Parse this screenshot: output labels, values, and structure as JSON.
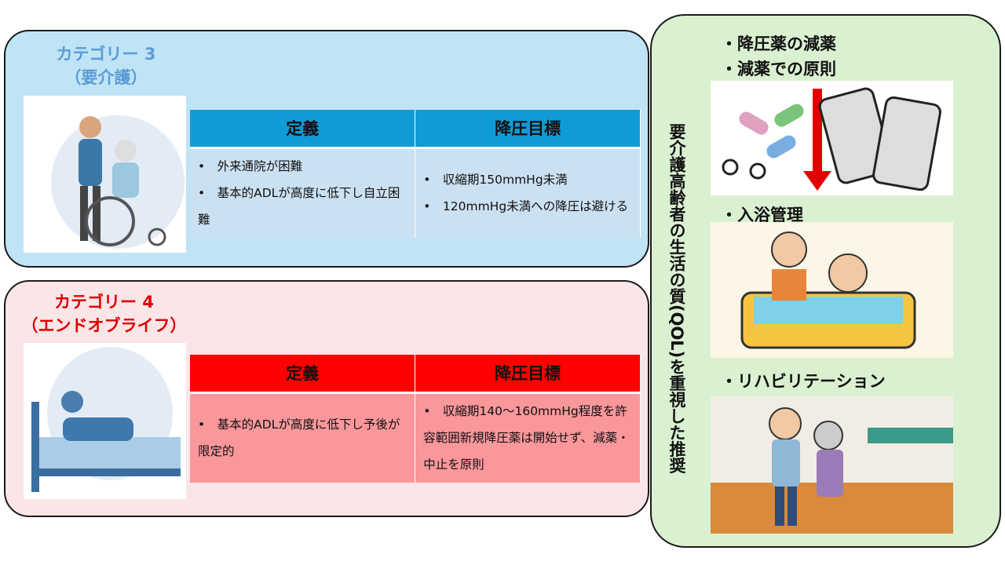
{
  "cat3": {
    "title1": "カテゴリー 3",
    "title2": "（要介護）",
    "color": "#5b9bd5",
    "table": {
      "headers": [
        "定義",
        "降圧目標"
      ],
      "def": [
        "•　外来通院が困難",
        "•　基本的ADLが高度に低下し自立困難"
      ],
      "goal": [
        "•　収縮期150mmHg未満",
        "•　120mmHg未満への降圧は避ける"
      ]
    }
  },
  "cat4": {
    "title1": "カテゴリー 4",
    "title2": "（エンドオブライフ）",
    "color": "#e00000",
    "table": {
      "headers": [
        "定義",
        "降圧目標"
      ],
      "def": [
        "•　基本的ADLが高度に低下し予後が限定的"
      ],
      "goal": [
        "•　収縮期140～160mmHg程度を許容範囲新規降圧薬は開始せず、減薬・中止を原則"
      ]
    }
  },
  "right": {
    "vertical_title": "要介護高齢者の生活の質(QOL)を重視した推奨",
    "items": [
      "・降圧薬の減薬",
      "・減薬での原則",
      "・入浴管理",
      "・リハビリテーション"
    ]
  }
}
